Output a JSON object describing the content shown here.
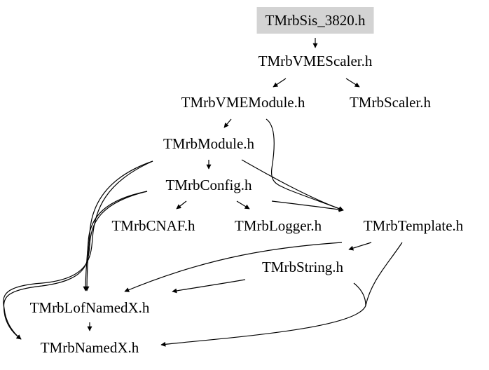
{
  "nodes": {
    "sis": "TMrbSis_3820.h",
    "vmescaler": "TMrbVMEScaler.h",
    "vmemodule": "TMrbVMEModule.h",
    "scaler": "TMrbScaler.h",
    "module": "TMrbModule.h",
    "config": "TMrbConfig.h",
    "cnaf": "TMrbCNAF.h",
    "logger": "TMrbLogger.h",
    "template": "TMrbTemplate.h",
    "string": "TMrbString.h",
    "lofnamedx": "TMrbLofNamedX.h",
    "namedx": "TMrbNamedX.h"
  },
  "colors": {
    "root_fill": "#d3d3d3",
    "edge": "#000000",
    "text": "#000000"
  }
}
